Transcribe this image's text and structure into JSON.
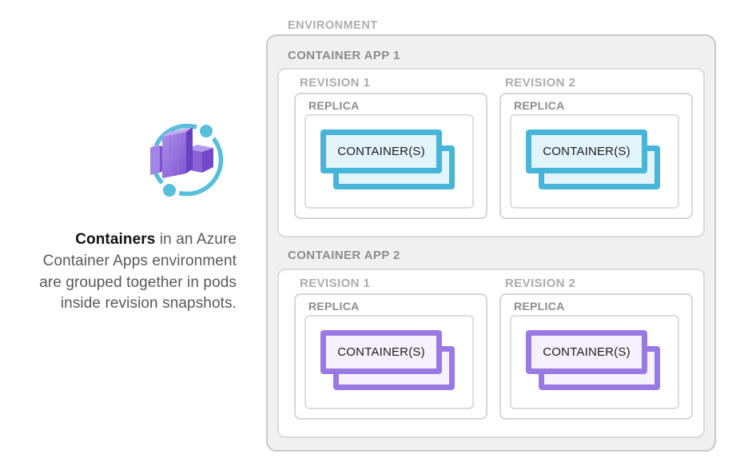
{
  "colors": {
    "teal_border": "#47B5D8",
    "teal_fill": "#E3F3FA",
    "purple_border": "#9A79E2",
    "purple_fill": "#F6F2FC",
    "icon_orbit": "#57BEDB",
    "icon_purple_dark": "#7448CA",
    "icon_purple_mid": "#8A5FD8",
    "icon_purple_light": "#B49CEC"
  },
  "icon": {
    "name": "azure-container-apps-icon"
  },
  "description": {
    "line1_bold": "Containers",
    "line1_rest": " in an Azure",
    "line2": "Container Apps environment",
    "line3": "are grouped together in pods",
    "line4": "inside revision snapshots."
  },
  "environment": {
    "label": "ENVIRONMENT",
    "apps": [
      {
        "label": "CONTAINER APP 1",
        "theme": "teal",
        "revisions": [
          {
            "label": "REVISION 1",
            "replica_label": "REPLICA",
            "container_label": "CONTAINER(S)"
          },
          {
            "label": "REVISION 2",
            "replica_label": "REPLICA",
            "container_label": "CONTAINER(S)"
          }
        ]
      },
      {
        "label": "CONTAINER APP 2",
        "theme": "purple",
        "revisions": [
          {
            "label": "REVISION 1",
            "replica_label": "REPLICA",
            "container_label": "CONTAINER(S)"
          },
          {
            "label": "REVISION 2",
            "replica_label": "REPLICA",
            "container_label": "CONTAINER(S)"
          }
        ]
      }
    ]
  }
}
